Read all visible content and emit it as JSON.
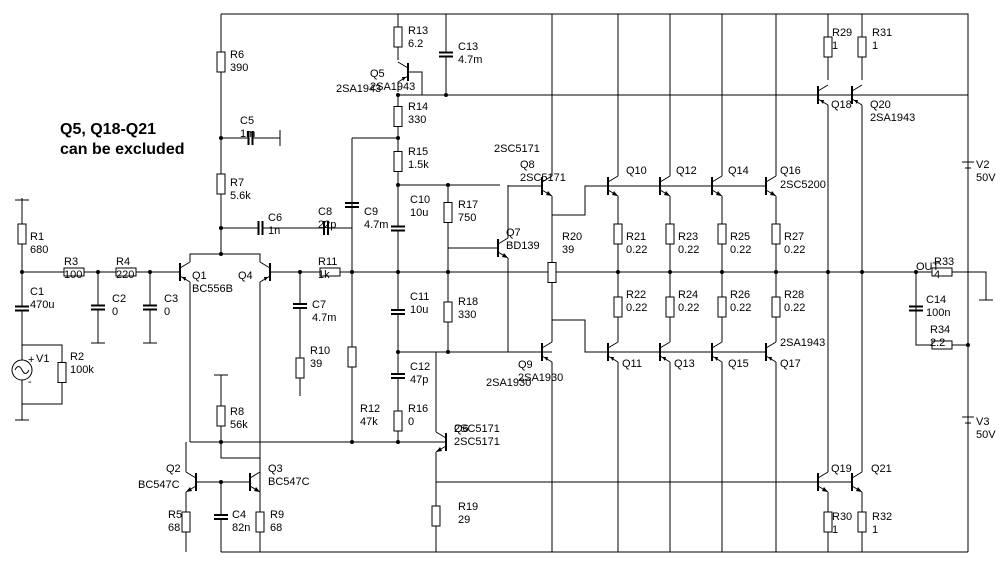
{
  "note": {
    "line1": "Q5, Q18-Q21",
    "line2": "can be excluded"
  },
  "components": [
    {
      "ref": "R1",
      "value": "680"
    },
    {
      "ref": "R2",
      "value": "100k"
    },
    {
      "ref": "R3",
      "value": "100"
    },
    {
      "ref": "R4",
      "value": "220"
    },
    {
      "ref": "R5",
      "value": "68"
    },
    {
      "ref": "R6",
      "value": "390"
    },
    {
      "ref": "R7",
      "value": "5.6k"
    },
    {
      "ref": "R8",
      "value": "56k"
    },
    {
      "ref": "R9",
      "value": "68"
    },
    {
      "ref": "R10",
      "value": "39"
    },
    {
      "ref": "R11",
      "value": "1k"
    },
    {
      "ref": "R12",
      "value": "47k"
    },
    {
      "ref": "R13",
      "value": "6.2"
    },
    {
      "ref": "R14",
      "value": "330"
    },
    {
      "ref": "R15",
      "value": "1.5k"
    },
    {
      "ref": "R16",
      "value": "0"
    },
    {
      "ref": "R17",
      "value": "750"
    },
    {
      "ref": "R18",
      "value": "330"
    },
    {
      "ref": "R19",
      "value": "29"
    },
    {
      "ref": "R20",
      "value": "39"
    },
    {
      "ref": "R21",
      "value": "0.22"
    },
    {
      "ref": "R22",
      "value": "0.22"
    },
    {
      "ref": "R23",
      "value": "0.22"
    },
    {
      "ref": "R24",
      "value": "0.22"
    },
    {
      "ref": "R25",
      "value": "0.22"
    },
    {
      "ref": "R26",
      "value": "0.22"
    },
    {
      "ref": "R27",
      "value": "0.22"
    },
    {
      "ref": "R28",
      "value": "0.22"
    },
    {
      "ref": "R29",
      "value": "1"
    },
    {
      "ref": "R30",
      "value": "1"
    },
    {
      "ref": "R31",
      "value": "1"
    },
    {
      "ref": "R32",
      "value": "1"
    },
    {
      "ref": "R33",
      "value": "4"
    },
    {
      "ref": "R34",
      "value": "2.2"
    },
    {
      "ref": "C1",
      "value": "470u"
    },
    {
      "ref": "C2",
      "value": "0"
    },
    {
      "ref": "C3",
      "value": "0"
    },
    {
      "ref": "C4",
      "value": "82n"
    },
    {
      "ref": "C5",
      "value": "1m"
    },
    {
      "ref": "C6",
      "value": "1n"
    },
    {
      "ref": "C7",
      "value": "4.7m"
    },
    {
      "ref": "C8",
      "value": "22p"
    },
    {
      "ref": "C9",
      "value": "4.7m"
    },
    {
      "ref": "C10",
      "value": "10u"
    },
    {
      "ref": "C11",
      "value": "10u"
    },
    {
      "ref": "C12",
      "value": "47p"
    },
    {
      "ref": "C13",
      "value": "4.7m"
    },
    {
      "ref": "C14",
      "value": "100n"
    },
    {
      "ref": "V1",
      "value": ""
    },
    {
      "ref": "V2",
      "value": "50V"
    },
    {
      "ref": "V3",
      "value": "50V"
    },
    {
      "ref": "Q1",
      "value": "BC556B"
    },
    {
      "ref": "Q2",
      "value": "BC547C"
    },
    {
      "ref": "Q3",
      "value": "BC547C"
    },
    {
      "ref": "Q4",
      "value": ""
    },
    {
      "ref": "Q5",
      "value": "2SA1943"
    },
    {
      "ref": "Q6",
      "value": "2SC5171"
    },
    {
      "ref": "Q7",
      "value": "BD139"
    },
    {
      "ref": "Q8",
      "value": "2SC5171"
    },
    {
      "ref": "Q9",
      "value": "2SA1930"
    },
    {
      "ref": "Q10",
      "value": ""
    },
    {
      "ref": "Q11",
      "value": ""
    },
    {
      "ref": "Q12",
      "value": ""
    },
    {
      "ref": "Q13",
      "value": ""
    },
    {
      "ref": "Q14",
      "value": ""
    },
    {
      "ref": "Q15",
      "value": ""
    },
    {
      "ref": "Q16",
      "value": "2SC5200"
    },
    {
      "ref": "Q17",
      "value": "2SA1943"
    },
    {
      "ref": "Q18",
      "value": ""
    },
    {
      "ref": "Q19",
      "value": ""
    },
    {
      "ref": "Q20",
      "value": "2SA1943"
    },
    {
      "ref": "Q21",
      "value": ""
    }
  ],
  "net_labels": {
    "out": "OUT"
  },
  "source_marks": {
    "plus": "+",
    "minus": "-"
  }
}
